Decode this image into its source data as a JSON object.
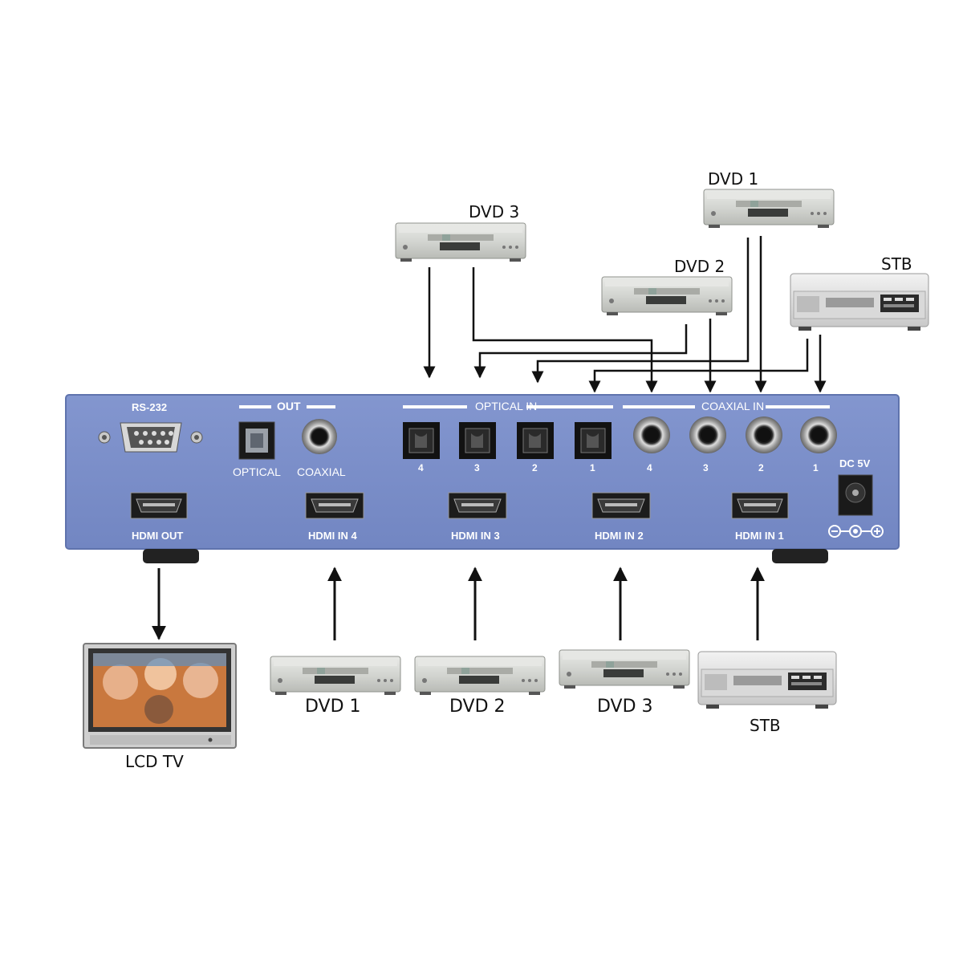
{
  "colors": {
    "panel": "#7a8fc8",
    "panel_dark": "#5f73ad",
    "arrow": "#111111"
  },
  "device": {
    "rs232_label": "RS-232",
    "out_label": "OUT",
    "optical_label": "OPTICAL",
    "coaxial_label": "COAXIAL",
    "optical_in_label": "OPTICAL IN",
    "coaxial_in_label": "COAXIAL IN",
    "optical_in_numbers": [
      "4",
      "3",
      "2",
      "1"
    ],
    "coaxial_in_numbers": [
      "4",
      "3",
      "2",
      "1"
    ],
    "dc_label": "DC 5V",
    "hdmi_out_label": "HDMI OUT",
    "hdmi_in4_label": "HDMI IN 4",
    "hdmi_in3_label": "HDMI IN 3",
    "hdmi_in2_label": "HDMI IN 2",
    "hdmi_in1_label": "HDMI IN 1"
  },
  "top_sources": {
    "dvd3": "DVD 3",
    "dvd1": "DVD 1",
    "dvd2": "DVD 2",
    "stb": "STB"
  },
  "bottom_sources": {
    "lcd_tv": "LCD TV",
    "dvd1": "DVD 1",
    "dvd2": "DVD 2",
    "dvd3": "DVD 3",
    "stb": "STB"
  },
  "icons": [
    "dvd-player-icon",
    "set-top-box-icon",
    "lcd-tv-icon",
    "optical-port-icon",
    "coaxial-port-icon",
    "hdmi-port-icon",
    "db9-port-icon",
    "dc-jack-icon",
    "polarity-icon"
  ]
}
